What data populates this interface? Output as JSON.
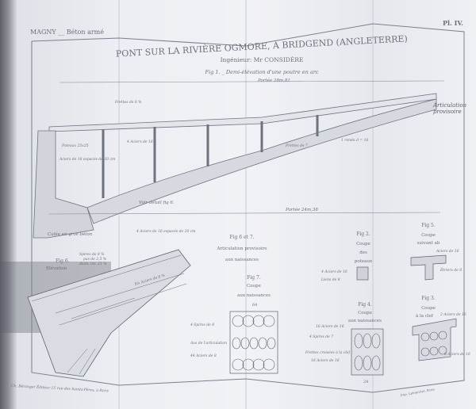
{
  "header": {
    "left": "MAGNY __ Béton armé",
    "plate": "Pl. IV."
  },
  "title": "PONT SUR LA RIVIÈRE OGMORE, À BRIDGEND (ANGLETERRE)",
  "engineer": "Ingénieur: Mr CONSIDÈRE",
  "fig1": {
    "caption": "Fig 1. _ Demi-élévation d'une poutre en arc",
    "span_top": "Portée 28m,81",
    "span_bottom": "Portée 24m,38",
    "detail_ref": "Voir détail fig 6.",
    "abutment": "Culée en gros béton",
    "labels": [
      "Frettes de 8 %",
      "4 Aciers de 16",
      "Poteaux 25x25",
      "4 Aciers de 16 espacés de 20 cm",
      "Aciers de 16 espacés de 20 cm",
      "Frettes de 7",
      "1 rondo d = 16",
      "Articulation provisoire"
    ]
  },
  "fig6": {
    "title": "Fig 6.",
    "subtitle": "Elévation",
    "labels": [
      "Spires de 8 %",
      "pas de 2,5 %",
      "diam. int. 21 %",
      "Six Aciers de 8 %"
    ]
  },
  "fig67": {
    "title": "Fig 6 et 7.",
    "line1": "Articulation provisoire",
    "line2": "aux naissances"
  },
  "fig7": {
    "title": "Fig 7.",
    "line1": "Coupe",
    "line2": "aux naissances",
    "dim": "64",
    "labels": [
      "4 Spires de 8",
      "Axe de l'articulation",
      "44 Aciers de 8"
    ]
  },
  "fig2": {
    "title": "Fig 2.",
    "line1": "Coupe",
    "line2": "des",
    "line3": "poteaux",
    "labels": [
      "4 Aciers de 16",
      "Liens de 8"
    ]
  },
  "fig4": {
    "title": "Fig 4.",
    "line1": "Coupe",
    "line2": "aux naissances",
    "dim": "24",
    "labels": [
      "16 Aciers de 16",
      "4 Spires de 7",
      "Frettes croisées à la clef",
      "16 Aciers de 16"
    ]
  },
  "fig5": {
    "title": "Fig 5.",
    "line1": "Coupe",
    "line2": "suivant ab",
    "labels": [
      "Aciers de 16",
      "Étriers de 8"
    ]
  },
  "fig3": {
    "title": "Fig 3.",
    "line1": "Coupe",
    "line2": "à la clef",
    "labels": [
      "2 Aciers de 16",
      "8 Aciers de 16"
    ]
  },
  "footer": {
    "left": "Ch. Béranger  Éditeur 15 rue des Saints-Pères, à Paris",
    "right": "Imp. Lemercier, Paris"
  }
}
